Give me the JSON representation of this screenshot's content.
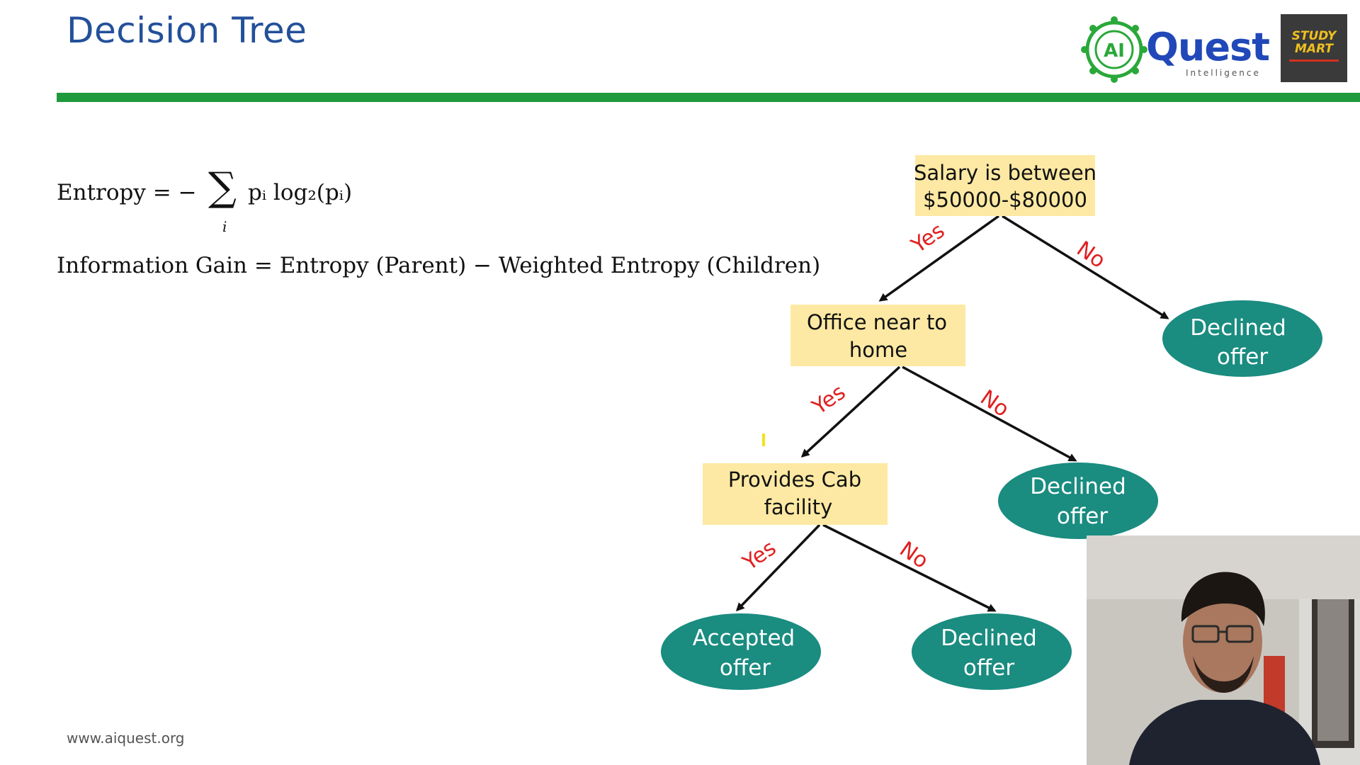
{
  "slide": {
    "title": "Decision Tree",
    "footer": "www.aiquest.org"
  },
  "logos": {
    "ai_text": "AI",
    "quest": "Quest",
    "intelligence": "Intelligence",
    "study_line1": "STUDY",
    "study_line2": "MART"
  },
  "formulas": {
    "entropy_label": "Entropy = −",
    "entropy_sub": "i",
    "entropy_rhs": "pᵢ log₂(pᵢ)",
    "info_gain": "Information Gain = Entropy (Parent) − Weighted Entropy (Children)"
  },
  "tree": {
    "root": [
      "Salary is between",
      "$50000-$80000"
    ],
    "node2": [
      "Office near to",
      "home"
    ],
    "node3": [
      "Provides Cab",
      "facility"
    ],
    "leaf_root_no": [
      "Declined",
      "offer"
    ],
    "leaf_node2_no": [
      "Declined",
      "offer"
    ],
    "leaf_node3_yes": [
      "Accepted",
      "offer"
    ],
    "leaf_node3_no": [
      "Declined",
      "offer"
    ],
    "yes_label": "Yes",
    "no_label": "No"
  },
  "colors": {
    "decision_box": "#fde9a3",
    "leaf": "#1a8c80",
    "edge_label": "#e02020",
    "title": "#23509a",
    "bar": "#1e9a3c"
  }
}
